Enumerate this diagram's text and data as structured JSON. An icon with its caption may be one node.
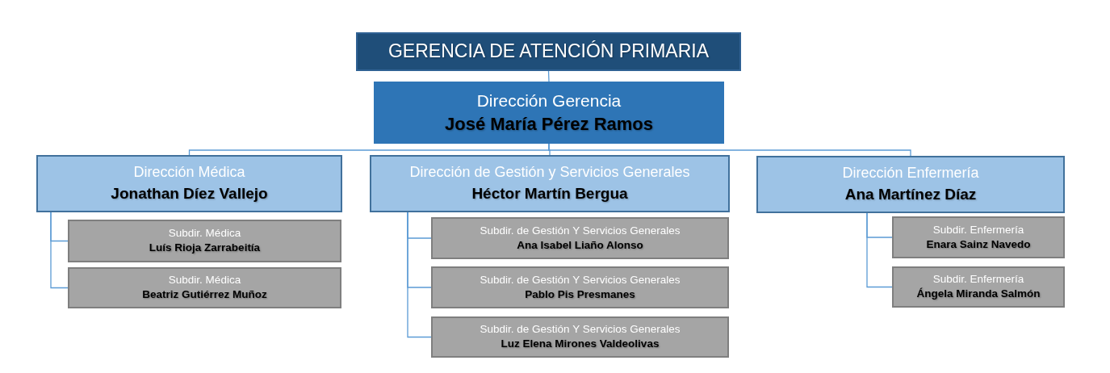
{
  "diagram": {
    "nodes": [
      {
        "text": [
          "GERENCIA DE ATENCIÓN PRIMARIA"
        ]
      },
      {
        "text": [
          "Dirección Gerencia",
          "José María Pérez Ramos"
        ]
      },
      {
        "text": [
          "Dirección Médica",
          "Jonathan Díez Vallejo"
        ]
      },
      {
        "text": [
          "Dirección de Gestión y Servicios Generales",
          "Héctor Martín Bergua"
        ]
      },
      {
        "text": [
          "Dirección Enfermería",
          "Ana Martínez Díaz"
        ]
      },
      {
        "text": [
          "Subdir. Médica",
          "Luís Rioja Zarrabeitía"
        ]
      },
      {
        "text": [
          "Subdir. Médica",
          "Beatriz Gutiérrez Muñoz"
        ]
      },
      {
        "text": [
          "Subdir. de Gestión Y Servicios Generales",
          "Ana Isabel Liaño Alonso"
        ]
      },
      {
        "text": [
          "Subdir. de Gestión Y Servicios Generales",
          "Pablo Pis Presmanes"
        ]
      },
      {
        "text": [
          "Subdir. de Gestión Y Servicios Generales",
          "Luz Elena Mirones Valdeolivas"
        ]
      },
      {
        "text": [
          "Subdir. Enfermería",
          "Enara Sainz Navedo"
        ]
      },
      {
        "text": [
          "Subdir. Enfermería",
          "Ángela Miranda Salmón"
        ]
      }
    ],
    "edges": [
      {
        "from": 0,
        "to": 1,
        "arrow": "none"
      },
      {
        "from": 1,
        "to": 2,
        "arrow": "none"
      },
      {
        "from": 1,
        "to": 3,
        "arrow": "none"
      },
      {
        "from": 1,
        "to": 4,
        "arrow": "none"
      },
      {
        "from": 2,
        "to": 5,
        "arrow": "none"
      },
      {
        "from": 2,
        "to": 6,
        "arrow": "none"
      },
      {
        "from": 3,
        "to": 7,
        "arrow": "none"
      },
      {
        "from": 3,
        "to": 8,
        "arrow": "none"
      },
      {
        "from": 3,
        "to": 9,
        "arrow": "none"
      },
      {
        "from": 4,
        "to": 10,
        "arrow": "none"
      },
      {
        "from": 4,
        "to": 11,
        "arrow": "none"
      }
    ]
  }
}
